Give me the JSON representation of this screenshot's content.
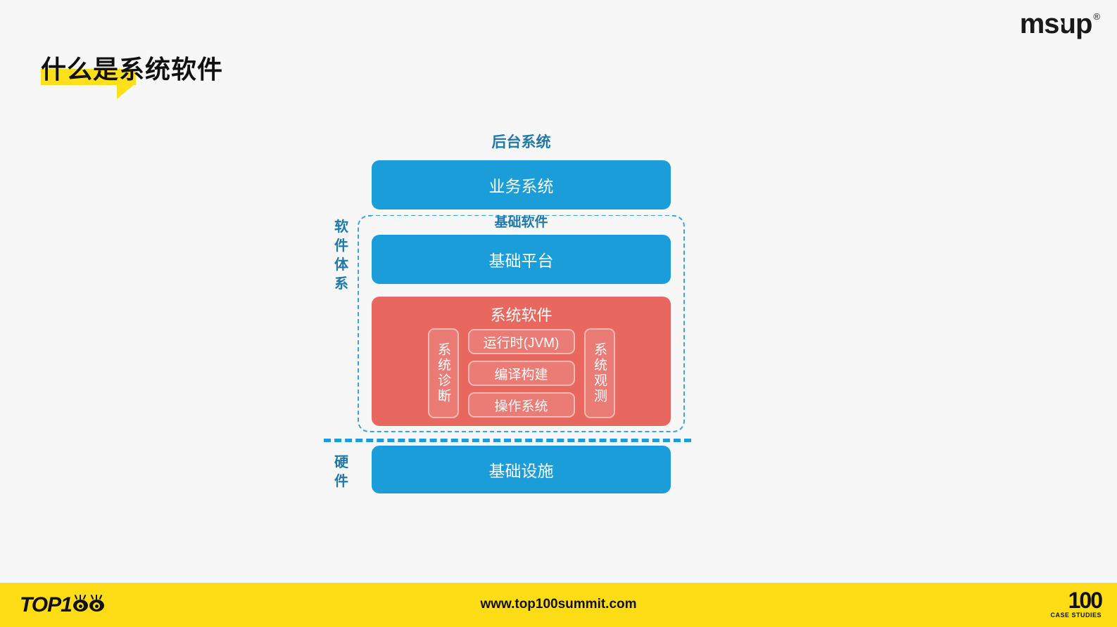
{
  "slide": {
    "title": "什么是系统软件",
    "background_color": "#f7f7f7"
  },
  "brand": {
    "name": "msup",
    "trademark": "®"
  },
  "diagram": {
    "backend_label": "后台系统",
    "side_labels": {
      "software_system": "软件体系",
      "hardware": "硬件"
    },
    "layers": [
      {
        "name": "business-system",
        "label": "业务系统",
        "color": "#1b9dd9"
      },
      {
        "name": "base-platform",
        "label": "基础平台",
        "color": "#1b9dd9"
      },
      {
        "name": "infrastructure",
        "label": "基础设施",
        "color": "#1b9dd9"
      }
    ],
    "base_software_label": "基础软件",
    "system_software": {
      "title": "系统软件",
      "color": "#e8675f",
      "left_pillar": "系统诊断",
      "right_pillar": "系统观测",
      "middle_items": [
        "运行时(JVM)",
        "编译构建",
        "操作系统"
      ]
    },
    "accent_blue": "#3ba3dd",
    "label_color": "#2179a8"
  },
  "footer": {
    "left_logo": "TOP1",
    "url": "www.top100summit.com",
    "right_number": "100",
    "right_caption": "CASE STUDIES",
    "bar_color": "#ffdd16"
  }
}
